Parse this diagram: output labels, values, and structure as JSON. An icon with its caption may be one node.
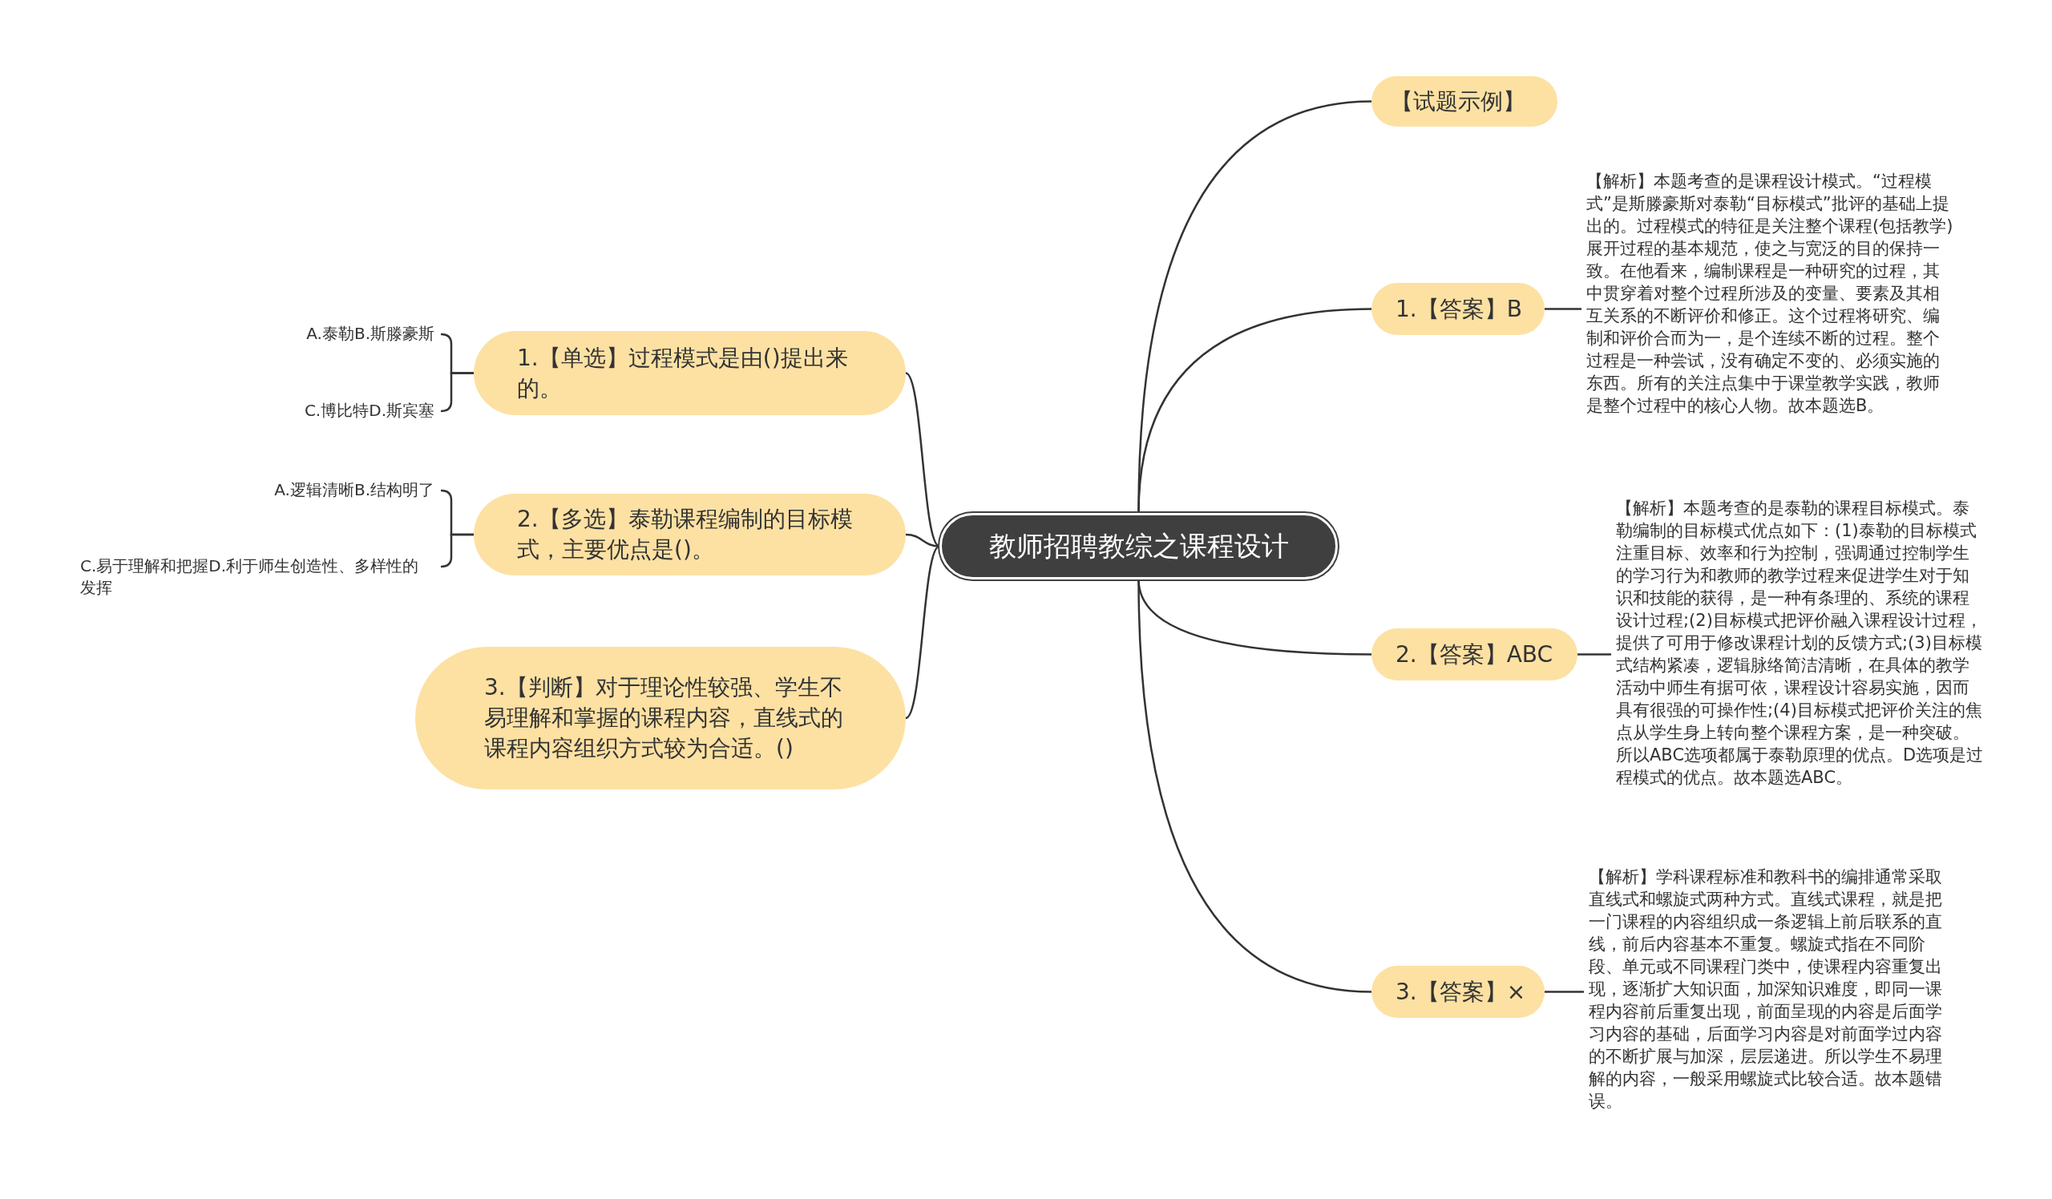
{
  "diagram": {
    "nodes": [
      {
        "text": [
          "教师招聘教综之课程设计"
        ]
      },
      {
        "text": [
          "【试题示例】"
        ]
      },
      {
        "text": [
          "1.【答案】B"
        ]
      },
      {
        "text": [
          "【解析】本题考查的是课程设计模式。“过程模式”是斯滕豪斯对泰勒“目标模式”批评的基础上提出的。过程模式的特征是关注整个课程(包括教学)展开过程的基本规范，使之与宽泛的目的保持一致。在他看来，编制课程是一种研究的过程，其中贯穿着对整个过程所涉及的变量、要素及其相互关系的不断评价和修正。这个过程将研究、编制和评价合而为一，是个连续不断的过程。整个过程是一种尝试，没有确定不变的、必须实施的东西。所有的关注点集中于课堂教学实践，教师是整个过程中的核心人物。故本题选B。"
        ]
      },
      {
        "text": [
          "2.【答案】ABC"
        ]
      },
      {
        "text": [
          "【解析】本题考查的是泰勒的课程目标模式。泰勒编制的目标模式优点如下：(1)泰勒的目标模式注重目标、效率和行为控制，强调通过控制学生的学习行为和教师的教学过程来促进学生对于知识和技能的获得，是一种有条理的、系统的课程设计过程;(2)目标模式把评价融入课程设计过程，提供了可用于修改课程计划的反馈方式;(3)目标模式结构紧凑，逻辑脉络简洁清晰，在具体的教学活动中师生有据可依，课程设计容易实施，因而具有很强的可操作性;(4)目标模式把评价关注的焦点从学生身上转向整个课程方案，是一种突破。所以ABC选项都属于泰勒原理的优点。D选项是过程模式的优点。故本题选ABC。"
        ]
      },
      {
        "text": [
          "3.【答案】×"
        ]
      },
      {
        "text": [
          "【解析】学科课程标准和教科书的编排通常采取直线式和螺旋式两种方式。直线式课程，就是把一门课程的内容组织成一条逻辑上前后联系的直线，前后内容基本不重复。螺旋式指在不同阶段、单元或不同课程门类中，使课程内容重复出现，逐渐扩大知识面，加深知识难度，即同一课程内容前后重复出现，前面呈现的内容是后面学习内容的基础，后面学习内容是对前面学过内容的不断扩展与加深，层层递进。所以学生不易理解的内容，一般采用螺旋式比较合适。故本题错误。"
        ]
      },
      {
        "text": [
          "1.【单选】过程模式是由()提出来的。"
        ]
      },
      {
        "text": [
          "A.泰勒B.斯滕豪斯"
        ]
      },
      {
        "text": [
          "C.博比特D.斯宾塞"
        ]
      },
      {
        "text": [
          "2.【多选】泰勒课程编制的目标模式，主要优点是()。"
        ]
      },
      {
        "text": [
          "A.逻辑清晰B.结构明了"
        ]
      },
      {
        "text": [
          "C.易于理解和把握D.利于师生创造性、多样性的发挥"
        ]
      },
      {
        "text": [
          "3.【判断】对于理论性较强、学生不易理解和掌握的课程内容，直线式的课程内容组织方式较为合适。()"
        ]
      }
    ],
    "edges": [
      {
        "from": 0,
        "to": 1,
        "arrow": "none"
      },
      {
        "from": 0,
        "to": 2,
        "arrow": "none"
      },
      {
        "from": 2,
        "to": 3,
        "arrow": "none"
      },
      {
        "from": 0,
        "to": 4,
        "arrow": "none"
      },
      {
        "from": 4,
        "to": 5,
        "arrow": "none"
      },
      {
        "from": 0,
        "to": 6,
        "arrow": "none"
      },
      {
        "from": 6,
        "to": 7,
        "arrow": "none"
      },
      {
        "from": 0,
        "to": 8,
        "arrow": "none"
      },
      {
        "from": 8,
        "to": 9,
        "arrow": "none"
      },
      {
        "from": 8,
        "to": 10,
        "arrow": "none"
      },
      {
        "from": 0,
        "to": 11,
        "arrow": "none"
      },
      {
        "from": 11,
        "to": 12,
        "arrow": "none"
      },
      {
        "from": 11,
        "to": 13,
        "arrow": "none"
      },
      {
        "from": 0,
        "to": 14,
        "arrow": "none"
      }
    ]
  }
}
